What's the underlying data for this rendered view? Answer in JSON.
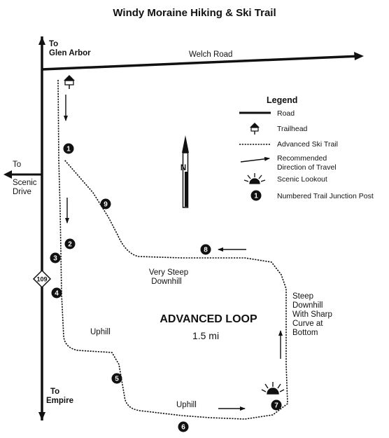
{
  "title": "Windy Moraine Hiking & Ski Trail",
  "roads": {
    "welch": "Welch Road",
    "to_glen_arbor_1": "To",
    "to_glen_arbor_2": "Glen Arbor",
    "to_scenic_1": "To",
    "to_scenic_2": "Scenic",
    "to_scenic_3": "Drive",
    "to_empire_1": "To",
    "to_empire_2": "Empire",
    "highway_number": "109"
  },
  "north_label": "N",
  "legend": {
    "title": "Legend",
    "items": [
      "Road",
      "Trailhead",
      "Advanced Ski Trail",
      "Recommended",
      "Direction of Travel",
      "Scenic Lookout",
      "Numbered Trail Junction Post"
    ]
  },
  "loop": {
    "name": "ADVANCED LOOP",
    "distance": "1.5 mi"
  },
  "annotations": {
    "very_steep_1": "Very Steep",
    "very_steep_2": "Downhill",
    "uphill_left": "Uphill",
    "uphill_bottom": "Uphill",
    "steep_1": "Steep",
    "steep_2": "Downhill",
    "steep_3": "With Sharp",
    "steep_4": "Curve at",
    "steep_5": "Bottom"
  },
  "posts": [
    "1",
    "2",
    "3",
    "4",
    "5",
    "6",
    "7",
    "8",
    "9"
  ],
  "colors": {
    "ink": "#111111",
    "paper": "#ffffff"
  },
  "icons": [
    "trailhead-icon",
    "north-arrow-icon",
    "scenic-lookout-icon"
  ]
}
